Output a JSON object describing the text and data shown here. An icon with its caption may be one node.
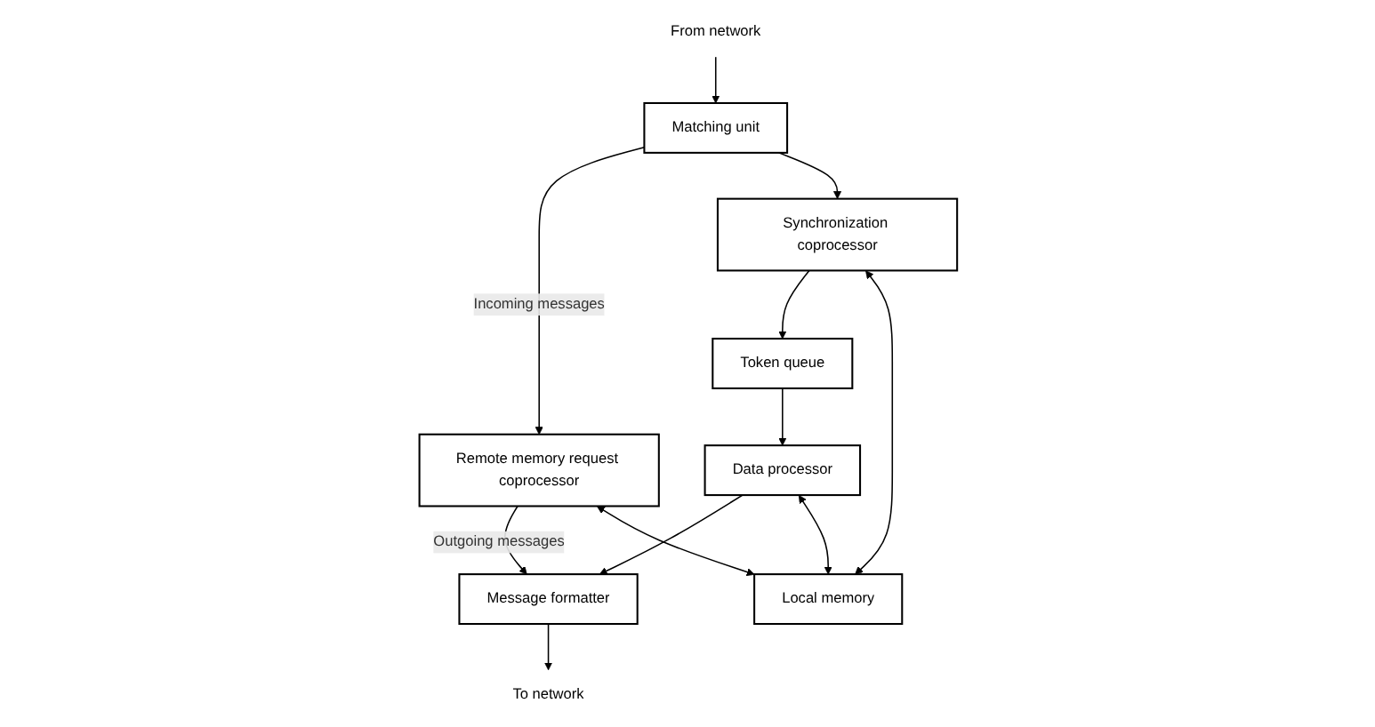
{
  "diagram": {
    "nodes": [
      {
        "text": [
          "Message formatter"
        ]
      },
      {
        "text": [
          "To network"
        ]
      },
      {
        "text": [
          "From network"
        ]
      },
      {
        "text": [
          "Matching unit"
        ]
      },
      {
        "text": [
          "Token queue"
        ]
      },
      {
        "text": [
          "Remote memory request coprocessor"
        ]
      },
      {
        "text": [
          "Synchronization coprocessor"
        ]
      },
      {
        "text": [
          "Data processor"
        ]
      },
      {
        "text": [
          "Local memory"
        ]
      }
    ],
    "edges": [
      {
        "from": 2,
        "to": 3,
        "arrow": "to"
      },
      {
        "from": 3,
        "to": 5,
        "arrow": "to",
        "label": "Incoming messages"
      },
      {
        "from": 3,
        "to": 6,
        "arrow": "to"
      },
      {
        "from": 5,
        "to": 0,
        "arrow": "to",
        "label": "Outgoing messages"
      },
      {
        "from": 6,
        "to": 4,
        "arrow": "to"
      },
      {
        "from": 4,
        "to": 7,
        "arrow": "to"
      },
      {
        "from": 7,
        "to": 0,
        "arrow": "to"
      },
      {
        "from": 0,
        "to": 1,
        "arrow": "to"
      },
      {
        "from": 5,
        "to": 8,
        "arrow": "both"
      },
      {
        "from": 6,
        "to": 8,
        "arrow": "both"
      },
      {
        "from": 7,
        "to": 8,
        "arrow": "both"
      }
    ]
  }
}
